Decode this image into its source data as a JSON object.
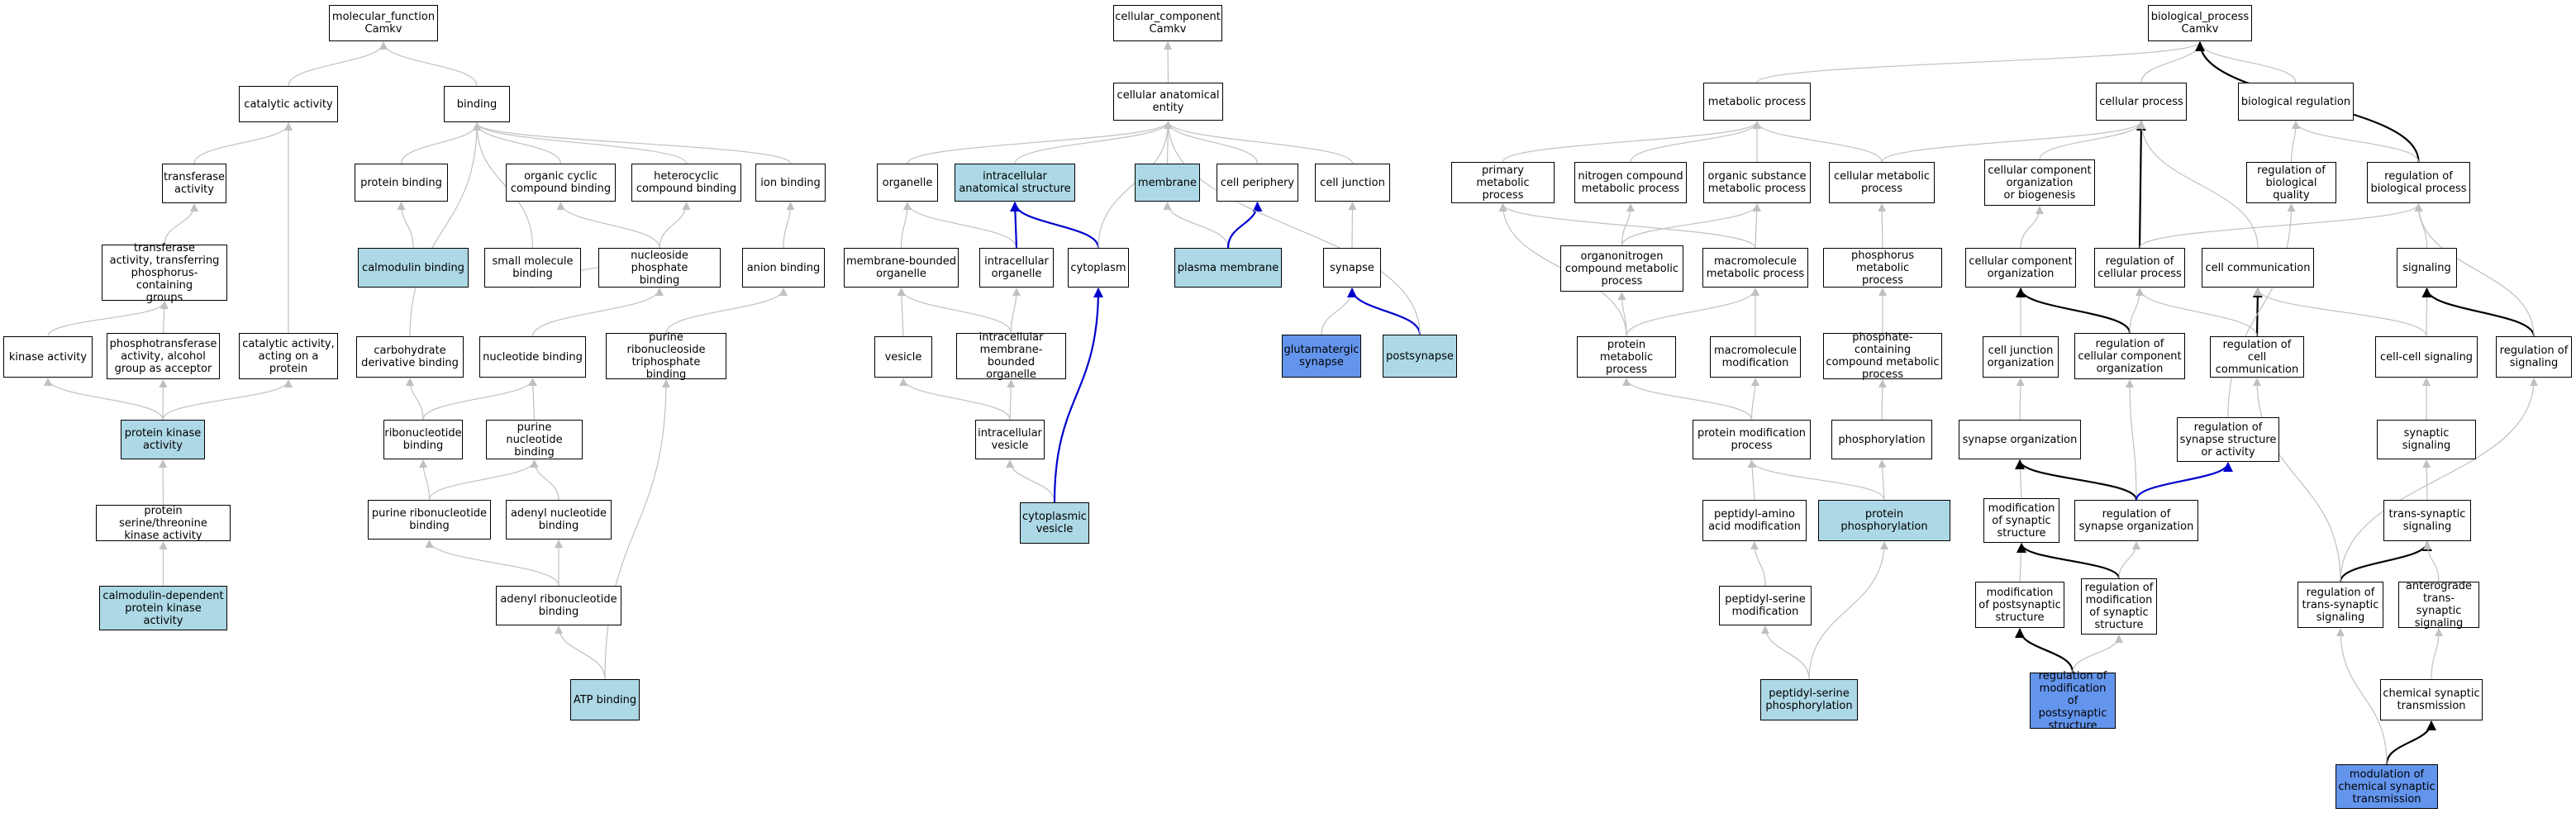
{
  "colors": {
    "highlight_light": "#add8e6",
    "highlight_strong": "#6495ed",
    "edge_gray": "#c0c0c0",
    "edge_black": "#000000",
    "edge_blue": "#0000cc"
  },
  "nodes": {
    "mf": "molecular_function\nCamkv",
    "catalytic": "catalytic activity",
    "binding": "binding",
    "transferase": "transferase\nactivity",
    "trans_phos": "transferase\nactivity, transferring\nphosphorus-containing\ngroups",
    "kinase": "kinase activity",
    "phosphotransferase": "phosphotransferase\nactivity, alcohol\ngroup as acceptor",
    "cat_protein": "catalytic activity,\nacting on a\nprotein",
    "protein_kinase": "protein kinase\nactivity",
    "ser_thr": "protein serine/threonine\nkinase activity",
    "cam_dep": "calmodulin-dependent\nprotein kinase\nactivity",
    "protein_binding": "protein binding",
    "calmodulin": "calmodulin binding",
    "small_mol": "small molecule\nbinding",
    "org_cyclic": "organic cyclic\ncompound binding",
    "hetero": "heterocyclic\ncompound binding",
    "ion": "ion binding",
    "anion": "anion binding",
    "nuc_phos": "nucleoside phosphate\nbinding",
    "carb": "carbohydrate\nderivative binding",
    "nucleotide": "nucleotide binding",
    "purine_ribo_tri": "purine ribonucleoside\ntriphosphate\nbinding",
    "ribonucleotide": "ribonucleotide\nbinding",
    "purine_nuc": "purine nucleotide\nbinding",
    "purine_ribo": "purine ribonucleotide\nbinding",
    "adenyl": "adenyl nucleotide\nbinding",
    "adenyl_ribo": "adenyl ribonucleotide\nbinding",
    "atp": "ATP binding",
    "cc": "cellular_component\nCamkv",
    "cae": "cellular anatomical\nentity",
    "organelle": "organelle",
    "intra_anat": "intracellular\nanatomical structure",
    "membrane": "membrane",
    "periphery": "cell periphery",
    "junction": "cell junction",
    "mem_org": "membrane-bounded\norganelle",
    "intra_org": "intracellular\norganelle",
    "cytoplasm": "cytoplasm",
    "plasma": "plasma membrane",
    "synapse": "synapse",
    "vesicle": "vesicle",
    "intra_mem_org": "intracellular\nmembrane-bounded\norganelle",
    "glut": "glutamatergic\nsynapse",
    "postsyn": "postsynapse",
    "intra_ves": "intracellular\nvesicle",
    "cyto_ves": "cytoplasmic\nvesicle",
    "bp": "biological_process\nCamkv",
    "metabolic": "metabolic process",
    "cellular_proc": "cellular process",
    "bio_reg": "biological regulation",
    "primary_met": "primary metabolic\nprocess",
    "nitrogen": "nitrogen compound\nmetabolic process",
    "org_subst": "organic substance\nmetabolic process",
    "cell_met": "cellular metabolic\nprocess",
    "cc_org_bio": "cellular component\norganization\nor biogenesis",
    "reg_quality": "regulation of\nbiological quality",
    "reg_bio": "regulation of\nbiological process",
    "organonitrogen": "organonitrogen\ncompound metabolic\nprocess",
    "macromol_met": "macromolecule\nmetabolic process",
    "phosphorus": "phosphorus metabolic\nprocess",
    "cc_org": "cellular component\norganization",
    "reg_cell_proc": "regulation of\ncellular process",
    "cell_comm": "cell communication",
    "signaling": "signaling",
    "protein_met": "protein metabolic\nprocess",
    "macromol_mod": "macromolecule\nmodification",
    "phosphate": "phosphate-containing\ncompound metabolic\nprocess",
    "cell_junc_org": "cell junction\norganization",
    "reg_cc_org": "regulation of\ncellular component\norganization",
    "reg_cell_comm": "regulation of\ncell communication",
    "cell_cell": "cell-cell signaling",
    "reg_signaling": "regulation of\nsignaling",
    "prot_mod": "protein modification\nprocess",
    "phosphorylation": "phosphorylation",
    "syn_org": "synapse organization",
    "reg_syn_struct": "regulation of\nsynapse structure\nor activity",
    "syn_signaling": "synaptic signaling",
    "peptidyl_aa": "peptidyl-amino\nacid modification",
    "prot_phos": "protein phosphorylation",
    "mod_syn_struct": "modification\nof synaptic\nstructure",
    "reg_syn_org": "regulation of\nsynapse organization",
    "trans_syn": "trans-synaptic\nsignaling",
    "pep_ser_mod": "peptidyl-serine\nmodification",
    "mod_postsyn": "modification\nof postsynaptic\nstructure",
    "reg_mod_syn": "regulation of\nmodification\nof synaptic\nstructure",
    "reg_trans_syn": "regulation of\ntrans-synaptic\nsignaling",
    "anterograde": "anterograde\ntrans-synaptic\nsignaling",
    "pep_ser_phos": "peptidyl-serine\nphosphorylation",
    "reg_mod_postsyn": "regulation of\nmodification\nof postsynaptic\nstructure",
    "chem_syn": "chemical synaptic\ntransmission",
    "mod_chem_syn": "modulation of\nchemical synaptic\ntransmission"
  }
}
